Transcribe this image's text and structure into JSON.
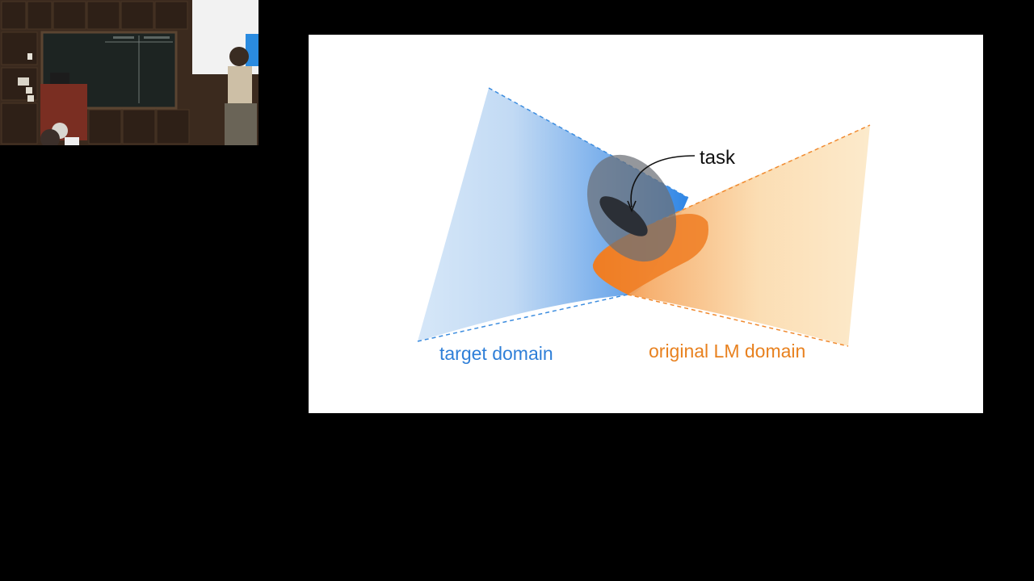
{
  "diagram": {
    "task_label": "task",
    "target_domain_label": "target domain",
    "original_domain_label": "original LM domain"
  },
  "colors": {
    "background": "#000000",
    "slide_background": "#ffffff",
    "target_domain_blue": "#2f86e6",
    "original_domain_orange": "#f07d22",
    "task_dark": "#2b2f36",
    "label_black": "#111111"
  },
  "icons": {
    "camera_feed": "lecture-room-camera-icon",
    "task_arrow": "curved-arrow-icon"
  }
}
